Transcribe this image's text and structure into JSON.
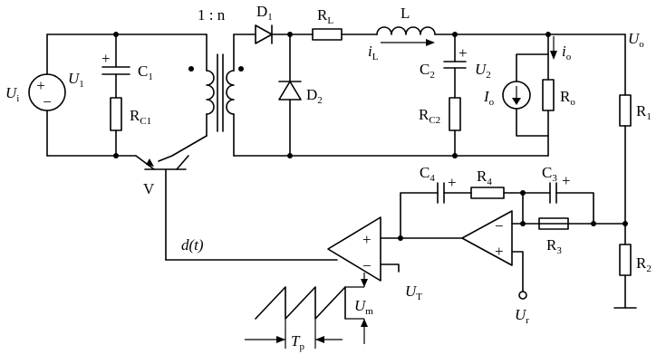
{
  "labels": {
    "Ui": "U",
    "Ui_sub": "i",
    "U1": "U",
    "U1_sub": "1",
    "C1": "C",
    "C1_sub": "1",
    "RC1": "R",
    "RC1_sub": "C1",
    "ratio": "1 : n",
    "D1": "D",
    "D1_sub": "1",
    "D2": "D",
    "D2_sub": "2",
    "RL": "R",
    "RL_sub": "L",
    "L": "L",
    "iL": "i",
    "iL_sub": "L",
    "C2": "C",
    "C2_sub": "2",
    "U2": "U",
    "U2_sub": "2",
    "RC2": "R",
    "RC2_sub": "C2",
    "io": "i",
    "io_sub": "o",
    "Io": "I",
    "Io_sub": "o",
    "Ro": "R",
    "Ro_sub": "o",
    "Uo": "U",
    "Uo_sub": "o",
    "R1": "R",
    "R1_sub": "1",
    "R2": "R",
    "R2_sub": "2",
    "V": "V",
    "dt": "d(t)",
    "C4": "C",
    "C4_sub": "4",
    "R4": "R",
    "R4_sub": "4",
    "C3": "C",
    "C3_sub": "3",
    "R3": "R",
    "R3_sub": "3",
    "UT": "U",
    "UT_sub": "T",
    "Um": "U",
    "Um_sub": "m",
    "Tp": "T",
    "Tp_sub": "p",
    "Ur": "U",
    "Ur_sub": "r",
    "plus": "+",
    "minus": "−"
  }
}
